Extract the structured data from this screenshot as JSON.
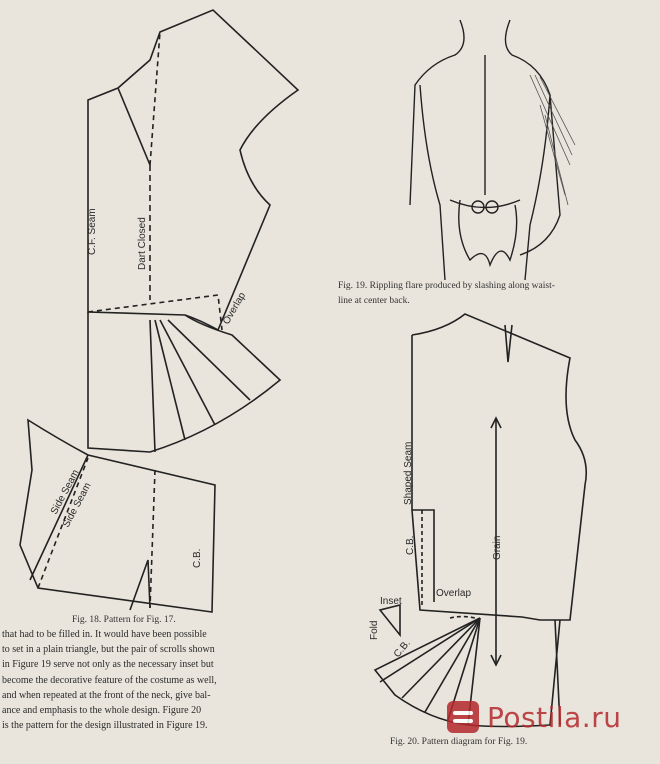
{
  "fig17_pattern": {
    "labels": {
      "cf_seam": "C.F. Seam",
      "dart_closed": "Dart Closed",
      "overlap": "Overlap"
    }
  },
  "fig18_pattern": {
    "labels": {
      "side_seam_1": "Side Seam",
      "side_seam_2": "Side Seam",
      "cb": "C.B."
    },
    "caption": "Fig. 18.   Pattern for Fig. 17."
  },
  "fig19": {
    "caption_line1": "Fig. 19.  Rippling flare produced by slashing along waist-",
    "caption_line2": "line at center back."
  },
  "fig20": {
    "labels": {
      "shaped_seam": "Shaped Seam",
      "grain": "Grain",
      "cb": "C.B.",
      "overlap": "Overlap",
      "inset": "Inset",
      "fold": "Fold",
      "cb_small": "C.B."
    },
    "caption": "Fig. 20.   Pattern diagram for Fig. 19."
  },
  "body_text": [
    "that had to be filled in.  It would have been possible",
    "to set in a plain triangle, but the pair of scrolls shown",
    "in Figure 19 serve not only as the necessary inset but",
    "become the decorative feature of the costume as well,",
    "and when repeated at the front of the neck, give bal-",
    "ance and emphasis to the whole design.  Figure 20",
    "is the pattern for the design illustrated in Figure 19."
  ],
  "watermark": {
    "text": "Postila.ru"
  }
}
